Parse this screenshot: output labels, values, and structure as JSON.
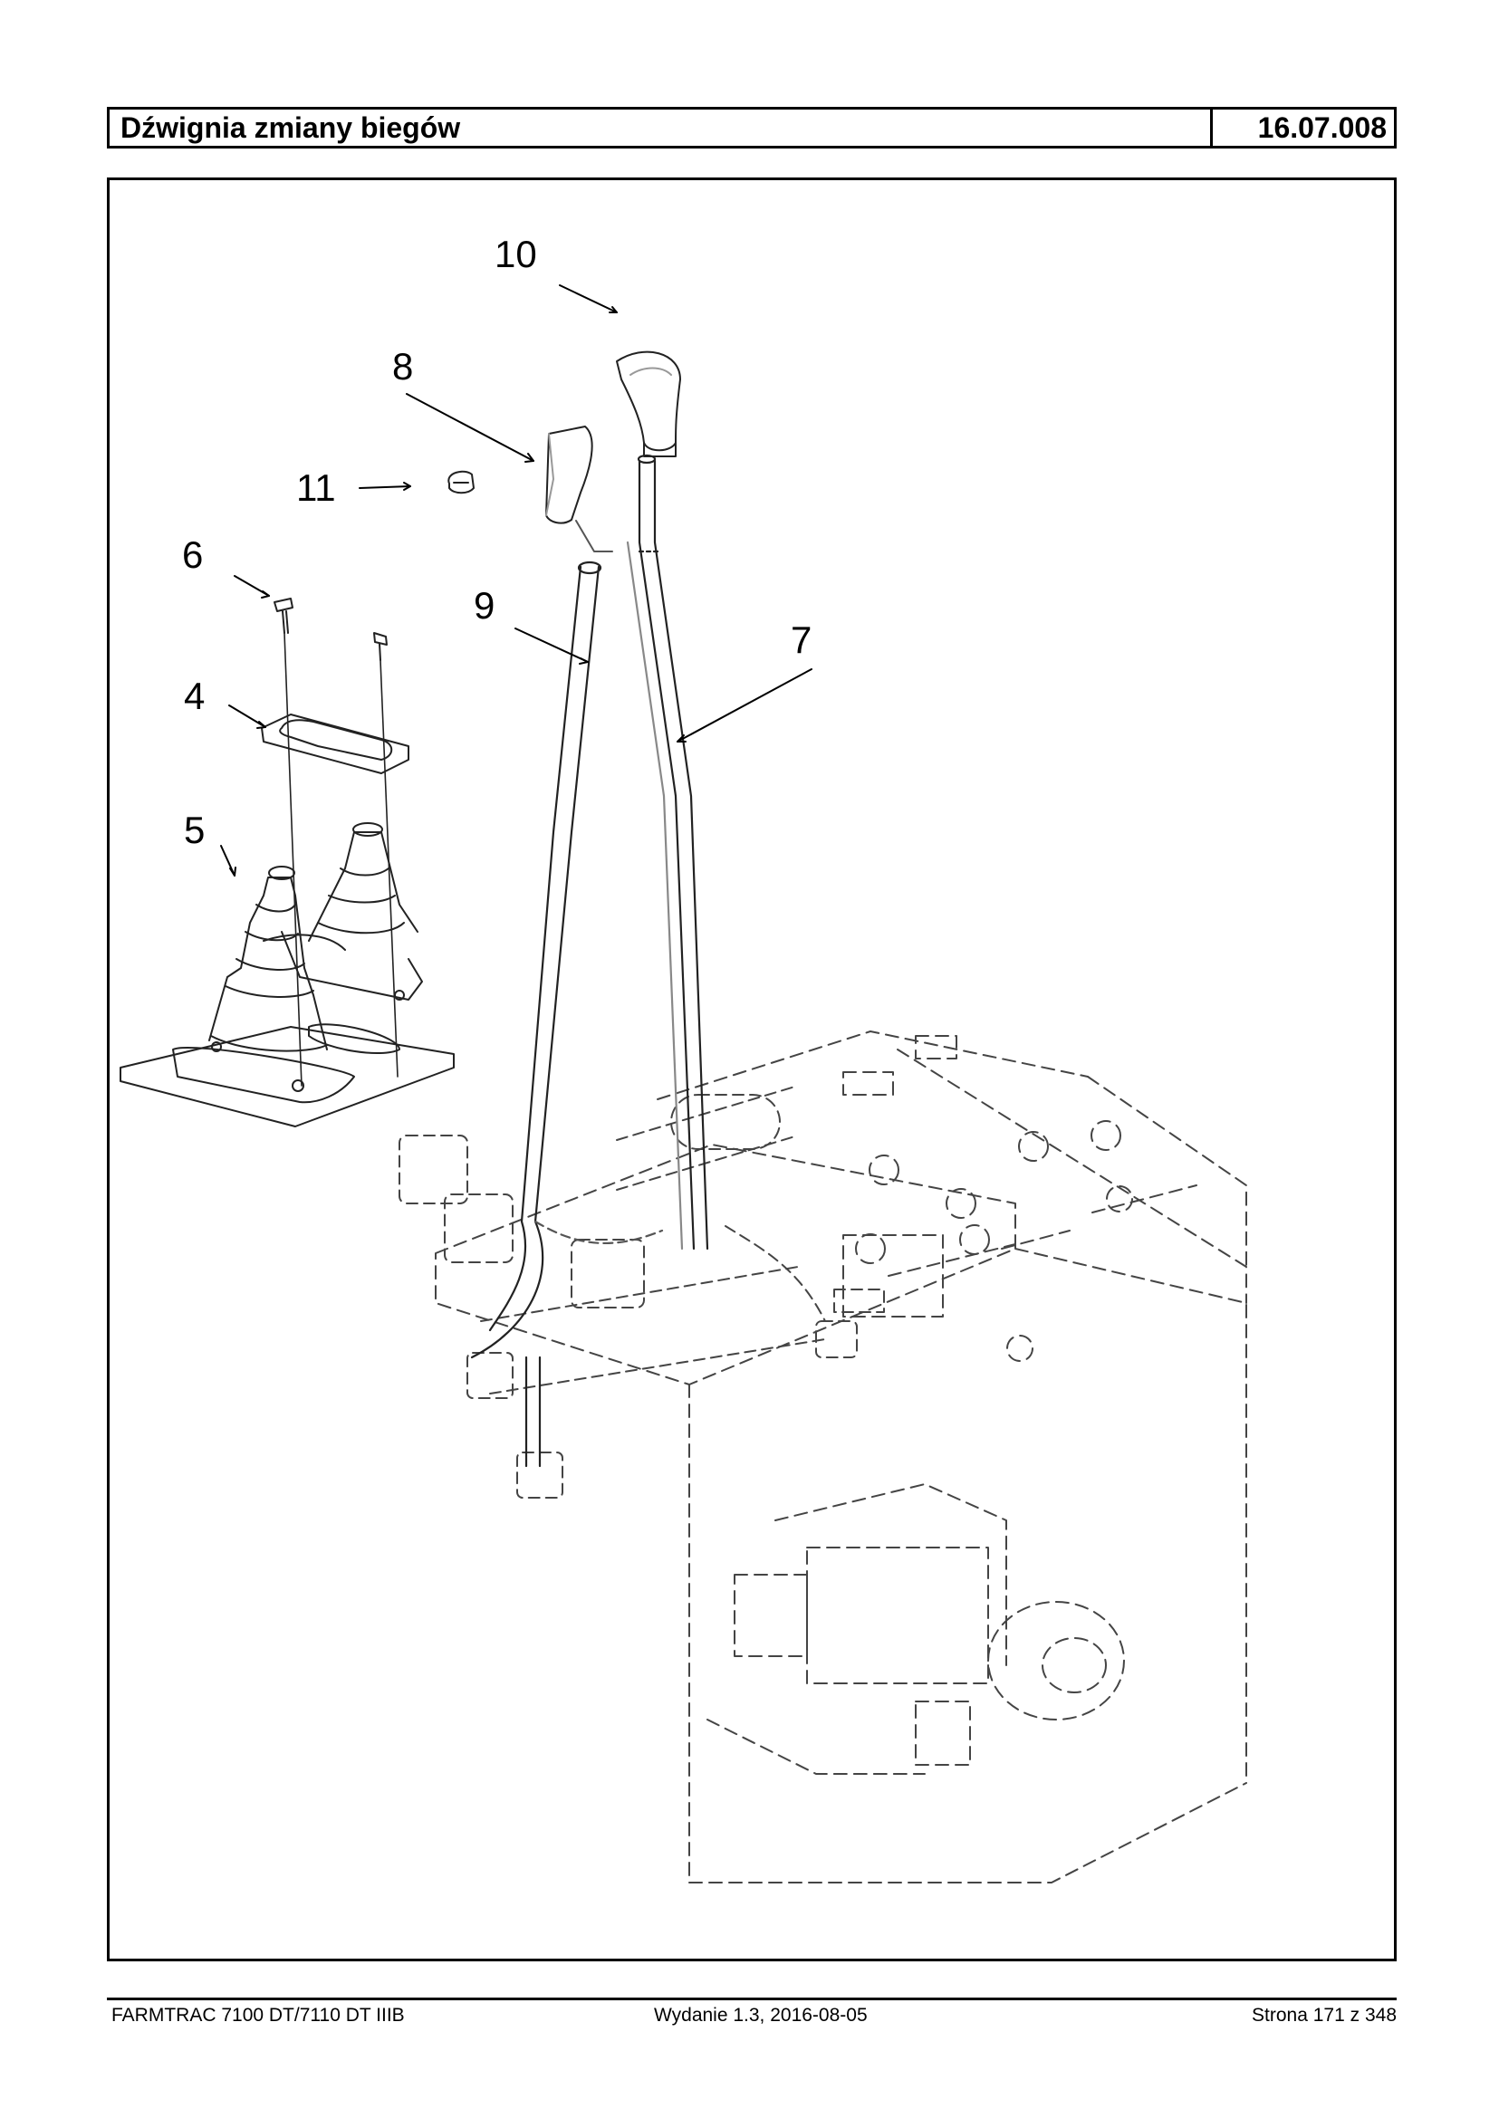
{
  "header": {
    "title": "Dźwignia zmiany biegów",
    "code": "16.07.008"
  },
  "diagram": {
    "callouts": [
      "10",
      "8",
      "11",
      "6",
      "9",
      "7",
      "4",
      "5"
    ]
  },
  "footer": {
    "model": "FARMTRAC 7100 DT/7110 DT IIIB",
    "edition": "Wydanie 1.3,  2016-08-05",
    "page": "Strona 171 z 348"
  }
}
